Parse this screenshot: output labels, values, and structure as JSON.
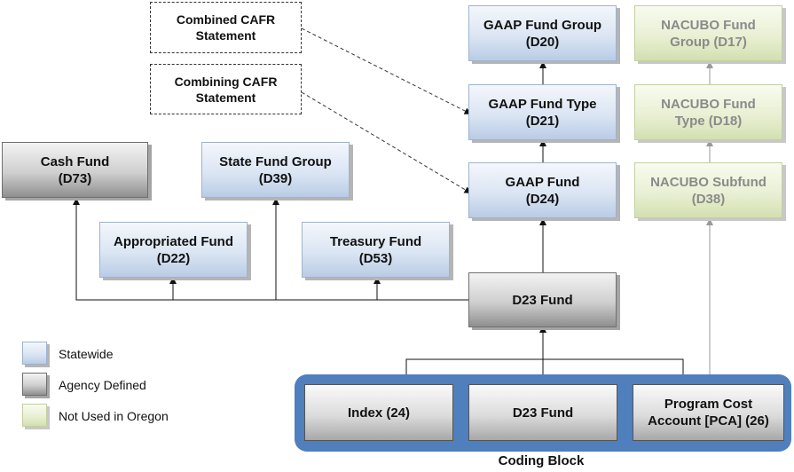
{
  "nodes": {
    "combined_cafr": "Combined CAFR\nStatement",
    "combining_cafr": "Combining CAFR\nStatement",
    "gaap_fund_group": "GAAP Fund Group\n(D20)",
    "gaap_fund_type": "GAAP Fund Type\n(D21)",
    "gaap_fund": "GAAP Fund\n(D24)",
    "nacubo_fund_group": "NACUBO Fund\nGroup (D17)",
    "nacubo_fund_type": "NACUBO Fund\nType (D18)",
    "nacubo_subfund": "NACUBO Subfund\n(D38)",
    "cash_fund": "Cash Fund\n(D73)",
    "state_fund_group": "State Fund Group\n(D39)",
    "appropriated_fund": "Appropriated Fund\n(D22)",
    "treasury_fund": "Treasury Fund\n(D53)",
    "d23_fund": "D23 Fund",
    "index": "Index (24)",
    "d23_fund_cb": "D23 Fund",
    "pca": "Program Cost\nAccount [PCA] (26)"
  },
  "coding_block_label": "Coding Block",
  "legend": [
    {
      "label": "Statewide",
      "color": "#c7d7ee"
    },
    {
      "label": "Agency Defined",
      "color": "#a9a9a9"
    },
    {
      "label": "Not Used in Oregon",
      "color": "#e4ecd0"
    }
  ],
  "colors": {
    "statewide": "#c7d7ee",
    "agency_defined": "#a9a9a9",
    "not_used": "#e4ecd0",
    "coding_block": "#4f7fbd"
  }
}
